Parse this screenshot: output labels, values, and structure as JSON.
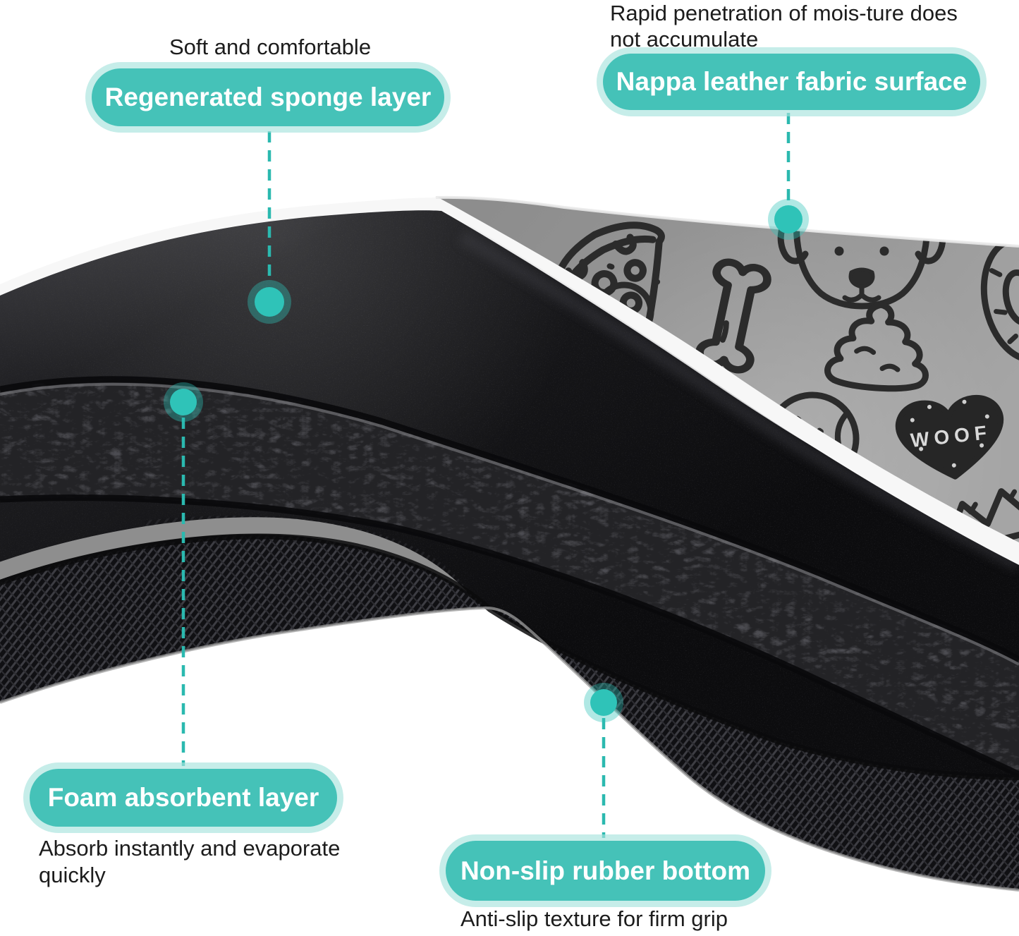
{
  "product": {
    "name": "pet mat layer cross-section",
    "heart_text": "WOOF",
    "surface_doodles": [
      "pizza",
      "bone",
      "dog-face",
      "poop",
      "tennis-ball",
      "heart-woof",
      "donut",
      "mountains"
    ],
    "layers": [
      "Nappa leather fabric surface",
      "Regenerated sponge layer",
      "Foam absorbent layer",
      "Non-slip rubber bottom"
    ]
  },
  "palette": {
    "teal_pill": "#45c2b8",
    "teal_dot": "#2fc3b8",
    "teal_dash": "#2bb9af",
    "pill_ring": "#a8e3dd",
    "fabric_gray": "#9a9a9a",
    "doodle_ink": "#2b2b2b",
    "sponge_black": "#141416",
    "rim_white": "#f7f7f7",
    "text_black": "#1c1c1c",
    "background": "#ffffff"
  },
  "callouts": {
    "sponge": {
      "label": "Regenerated sponge layer",
      "note_lines": [
        "Soft and comfortable"
      ]
    },
    "fabric": {
      "label": "Nappa leather fabric surface",
      "note_lines": [
        "Rapid penetration of mois-ture does",
        "not accumulate"
      ]
    },
    "foam": {
      "label": "Foam absorbent layer",
      "note_lines": [
        "Absorb instantly and evaporate",
        "quickly"
      ]
    },
    "rubber": {
      "label": "Non-slip rubber bottom",
      "note_lines": [
        "Anti-slip texture for firm grip"
      ]
    }
  }
}
